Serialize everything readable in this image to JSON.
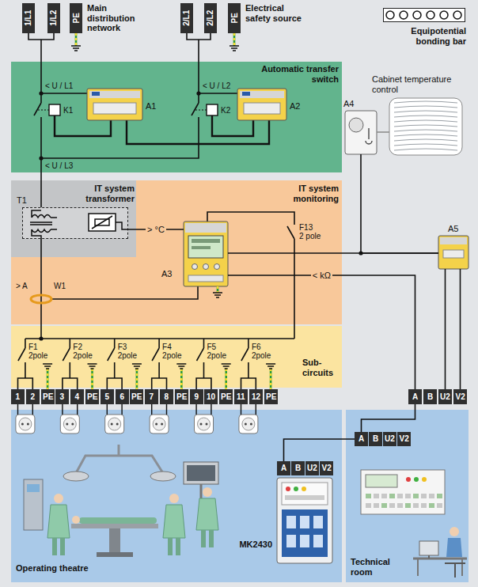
{
  "diagram": {
    "nodes": [
      {
        "text": [
          "1/L1"
        ]
      },
      {
        "text": [
          "1/L2"
        ]
      },
      {
        "text": [
          "PE"
        ]
      },
      {
        "text": [
          "2/L1"
        ]
      },
      {
        "text": [
          "2/L2"
        ]
      },
      {
        "text": [
          "PE"
        ]
      },
      {
        "text": [
          "Equipotential bonding bar"
        ]
      },
      {
        "text": [
          "Automatic transfer switch"
        ]
      },
      {
        "text": [
          "A1"
        ],
        "in": 7
      },
      {
        "text": [
          "A2"
        ],
        "in": 7
      },
      {
        "text": [
          "A4",
          "Cabinet temperature control"
        ]
      },
      {
        "text": [
          "IT system transformer"
        ]
      },
      {
        "text": [
          "T1"
        ],
        "in": 11
      },
      {
        "text": [
          "IT system monitoring"
        ]
      },
      {
        "text": [
          "A3"
        ],
        "in": 13
      },
      {
        "text": [
          "A5"
        ]
      },
      {
        "text": [
          "Sub-circuits"
        ]
      },
      {
        "text": [
          "1"
        ]
      },
      {
        "text": [
          "2"
        ]
      },
      {
        "text": [
          "PE"
        ]
      },
      {
        "text": [
          "3"
        ]
      },
      {
        "text": [
          "4"
        ]
      },
      {
        "text": [
          "PE"
        ]
      },
      {
        "text": [
          "5"
        ]
      },
      {
        "text": [
          "6"
        ]
      },
      {
        "text": [
          "PE"
        ]
      },
      {
        "text": [
          "7"
        ]
      },
      {
        "text": [
          "8"
        ]
      },
      {
        "text": [
          "PE"
        ]
      },
      {
        "text": [
          "9"
        ]
      },
      {
        "text": [
          "10"
        ]
      },
      {
        "text": [
          "PE"
        ]
      },
      {
        "text": [
          "11"
        ]
      },
      {
        "text": [
          "12"
        ]
      },
      {
        "text": [
          "PE"
        ]
      },
      {
        "text": [
          "A"
        ]
      },
      {
        "text": [
          "B"
        ]
      },
      {
        "text": [
          "U2"
        ]
      },
      {
        "text": [
          "V2"
        ]
      },
      {
        "text": [
          "Operating theatre"
        ]
      },
      {
        "text": [
          "MK2430"
        ],
        "in": 39
      },
      {
        "text": [
          "A"
        ],
        "in": 39
      },
      {
        "text": [
          "B"
        ],
        "in": 39
      },
      {
        "text": [
          "U2"
        ],
        "in": 39
      },
      {
        "text": [
          "V2"
        ],
        "in": 39
      },
      {
        "text": [
          "Technical room"
        ]
      },
      {
        "text": [
          "A"
        ],
        "in": 45
      },
      {
        "text": [
          "B"
        ],
        "in": 45
      },
      {
        "text": [
          "U2"
        ],
        "in": 45
      },
      {
        "text": [
          "V2"
        ],
        "in": 45
      }
    ],
    "edges": [
      {
        "from": 12,
        "to": 14,
        "arrow": "none",
        "label": "> °C"
      },
      {
        "from": 14,
        "to": 15,
        "arrow": "none"
      },
      {
        "from": 10,
        "to": 15,
        "arrow": "none"
      },
      {
        "from": 14,
        "to": 35,
        "arrow": "none",
        "label": "< kΩ"
      },
      {
        "from": 15,
        "to": 37,
        "arrow": "none"
      },
      {
        "from": 15,
        "to": 38,
        "arrow": "none"
      },
      {
        "from": 35,
        "to": 46,
        "arrow": "none"
      },
      {
        "from": 46,
        "to": 41,
        "arrow": "none"
      }
    ],
    "labels": [
      "Main distribution network",
      "Electrical safety source",
      "< U / L1",
      "K1",
      "< U / L2",
      "K2",
      "< U / L3",
      "> A",
      "W1",
      "F13",
      "2 pole",
      "F1",
      "2pole",
      "F2",
      "2pole",
      "F3",
      "2pole",
      "F4",
      "2pole",
      "F5",
      "2pole",
      "F6",
      "2pole"
    ]
  }
}
